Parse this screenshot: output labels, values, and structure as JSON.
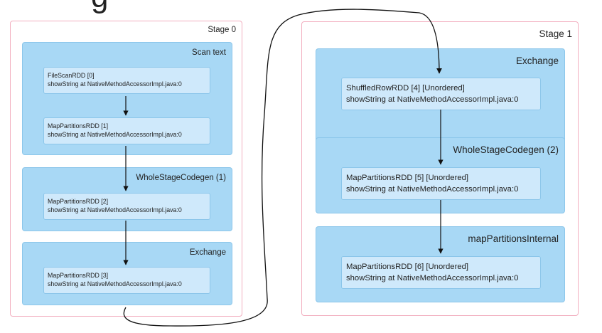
{
  "header_fragment": "g",
  "stage0": {
    "label": "Stage 0",
    "clusters": {
      "scan_text": "Scan text",
      "wholestage": "WholeStageCodegen (1)",
      "exchange": "Exchange"
    },
    "nodes": [
      {
        "name": "FileScanRDD [0]",
        "detail": "showString at NativeMethodAccessorImpl.java:0"
      },
      {
        "name": "MapPartitionsRDD [1]",
        "detail": "showString at NativeMethodAccessorImpl.java:0"
      },
      {
        "name": "MapPartitionsRDD [2]",
        "detail": "showString at NativeMethodAccessorImpl.java:0"
      },
      {
        "name": "MapPartitionsRDD [3]",
        "detail": "showString at NativeMethodAccessorImpl.java:0"
      }
    ]
  },
  "stage1": {
    "label": "Stage 1",
    "clusters": {
      "exchange": "Exchange",
      "wholestage": "WholeStageCodegen (2)",
      "mappartitions": "mapPartitionsInternal"
    },
    "nodes": [
      {
        "name": "ShuffledRowRDD [4] [Unordered]",
        "detail": "showString at NativeMethodAccessorImpl.java:0"
      },
      {
        "name": "MapPartitionsRDD [5] [Unordered]",
        "detail": "showString at NativeMethodAccessorImpl.java:0"
      },
      {
        "name": "MapPartitionsRDD [6] [Unordered]",
        "detail": "showString at NativeMethodAccessorImpl.java:0"
      }
    ]
  },
  "colors": {
    "stage_border": "#f2aebf",
    "cluster_fill": "#a8d8f5",
    "node_fill": "#cfe9fb",
    "edge": "#111111"
  }
}
